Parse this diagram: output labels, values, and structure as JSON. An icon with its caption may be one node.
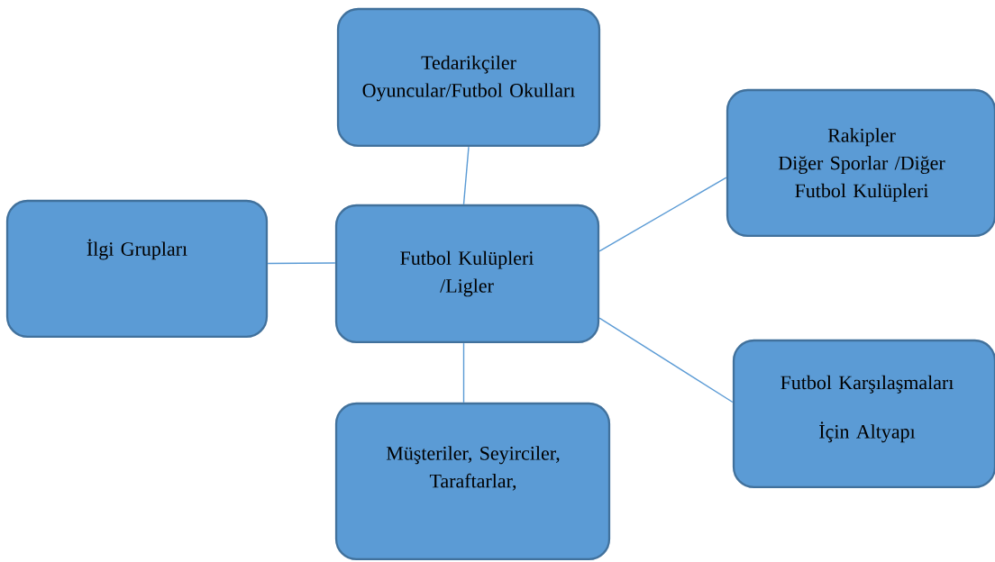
{
  "diagram": {
    "nodes": [
      {
        "text": [
          "Tedarikçiler",
          "Oyuncular/Futbol Okulları"
        ]
      },
      {
        "text": [
          "Rakipler",
          "Diğer Sporlar /Diğer Futbol Kulüpleri"
        ]
      },
      {
        "text": [
          "İlgi Grupları"
        ]
      },
      {
        "text": [
          "Futbol Kulüpleri /Ligler"
        ]
      },
      {
        "text": [
          "Futbol Karşılaşmaları İçin Altyapı"
        ]
      },
      {
        "text": [
          "Müşteriler, Seyirciler, Taraftarlar,"
        ]
      }
    ],
    "edges": [
      {
        "from": 3,
        "to": 0,
        "arrow": "none"
      },
      {
        "from": 3,
        "to": 2,
        "arrow": "none"
      },
      {
        "from": 3,
        "to": 1,
        "arrow": "none"
      },
      {
        "from": 3,
        "to": 4,
        "arrow": "none"
      },
      {
        "from": 3,
        "to": 5,
        "arrow": "none"
      }
    ]
  }
}
